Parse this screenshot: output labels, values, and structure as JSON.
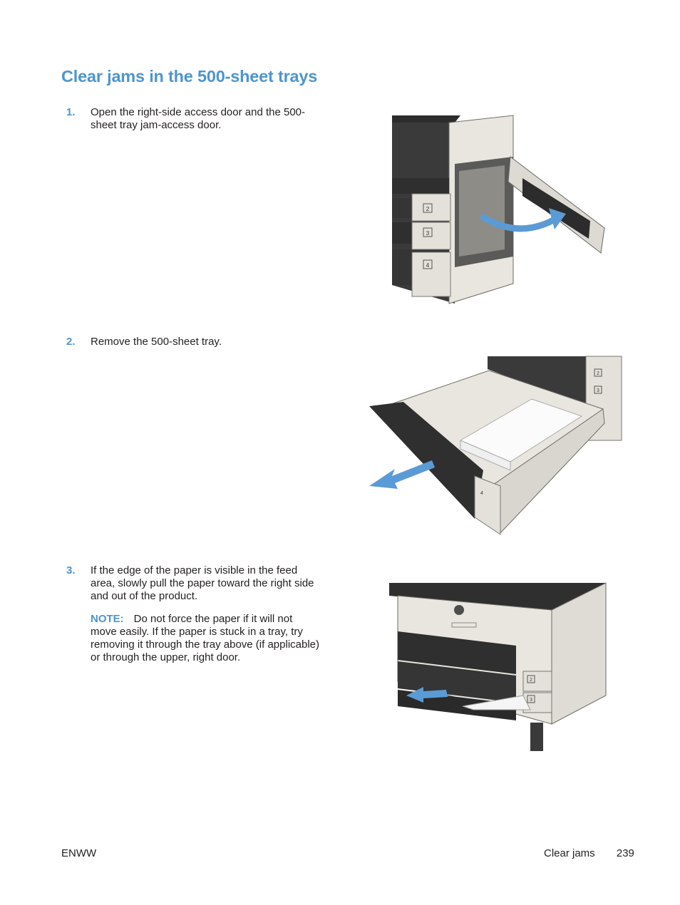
{
  "page_title": "Clear jams in the 500-sheet trays",
  "steps": [
    {
      "number": "1.",
      "text": "Open the right-side access door and the 500-sheet tray jam-access door."
    },
    {
      "number": "2.",
      "text": "Remove the 500-sheet tray."
    },
    {
      "number": "3.",
      "text": "If the edge of the paper is visible in the feed area, slowly pull the paper toward the right side and out of the product.",
      "note_label": "NOTE:",
      "note_text": "Do not force the paper if it will not move easily. If the paper is stuck in a tray, try removing it through the tray above (if applicable) or through the upper, right door."
    }
  ],
  "tray_labels": [
    "2",
    "3",
    "4"
  ],
  "footer": {
    "left": "ENWW",
    "section": "Clear jams",
    "page_number": "239"
  },
  "colors": {
    "accent": "#4d95cf",
    "arrow": "#5b9bd5",
    "printer_body": "#e8e6de",
    "printer_dark": "#3a3a3a"
  }
}
